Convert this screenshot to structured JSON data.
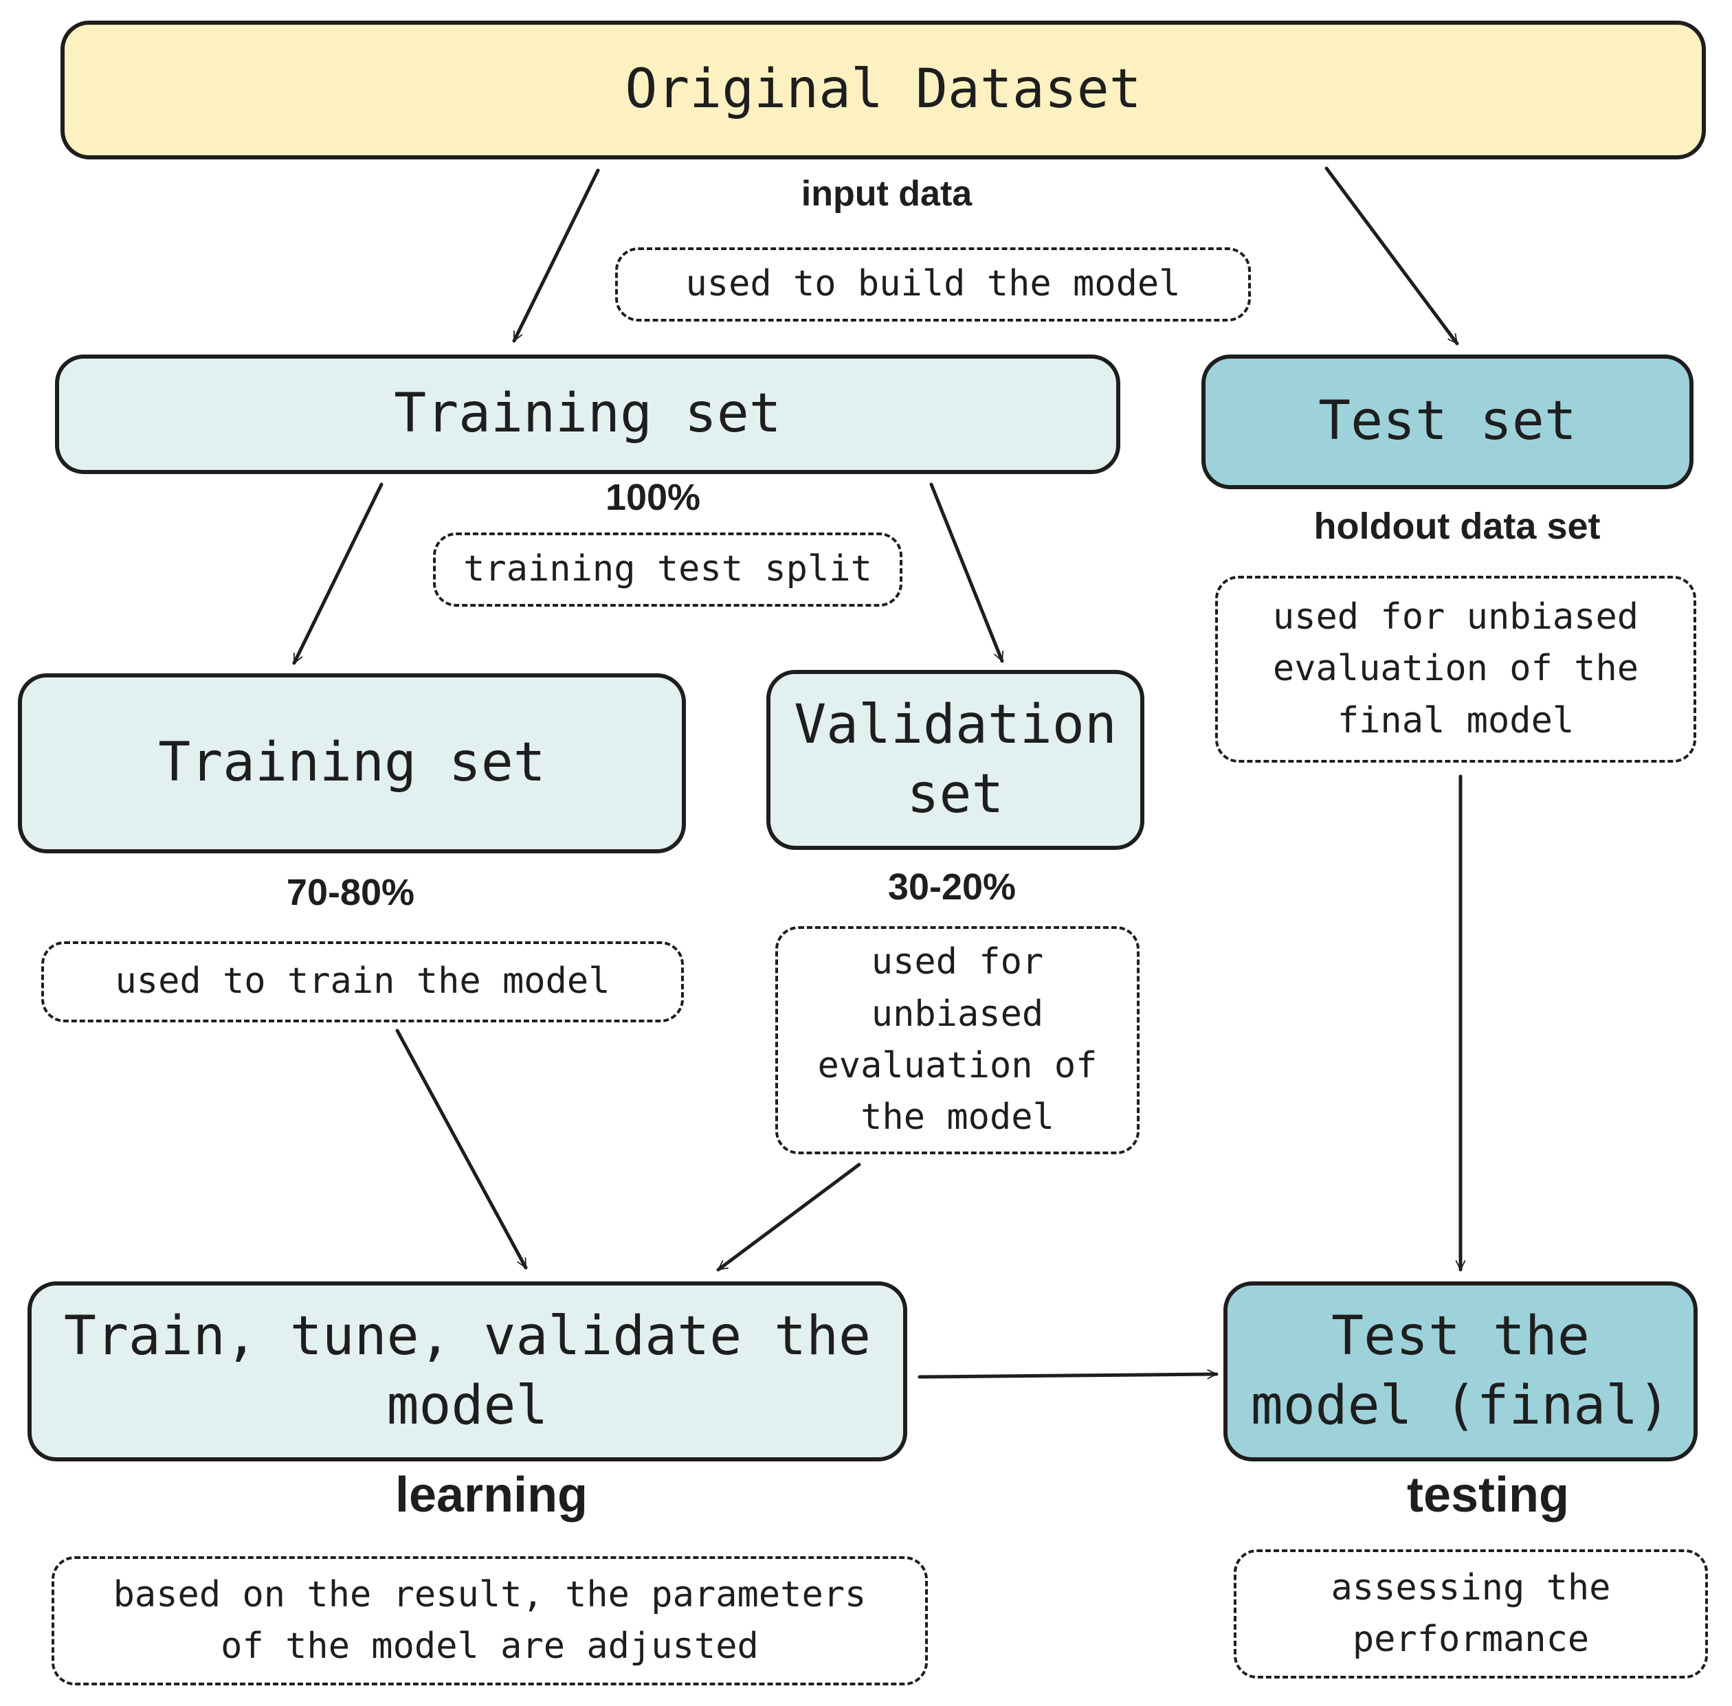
{
  "colors": {
    "stroke": "#1e1e1e",
    "dataset_fill": "#fdf0c1",
    "training_fill": "#e2f0f0",
    "test_fill": "#9ed2db"
  },
  "nodes": {
    "original_dataset": "Original Dataset",
    "training_set_top": "Training set",
    "test_set": "Test set",
    "training_set_split": "Training set",
    "validation_set": "Validation set",
    "train_tune_validate": "Train, tune, validate the model",
    "test_model_final": "Test the model (final)"
  },
  "labels": {
    "input_data": "input data",
    "pct_100": "100%",
    "holdout": "holdout data set",
    "pct_70_80": "70-80%",
    "pct_30_20": "30-20%",
    "learning": "learning",
    "testing": "testing"
  },
  "notes": {
    "build_model": "used to build the model",
    "train_test_split": "training test split",
    "unbiased_final": "used for unbiased evaluation of the final model",
    "train_model": "used to train the model",
    "unbiased_model": "used for unbiased evaluation of the model",
    "parameters_adjusted": "based on the result, the parameters of the model are adjusted",
    "assessing": "assessing the performance"
  }
}
